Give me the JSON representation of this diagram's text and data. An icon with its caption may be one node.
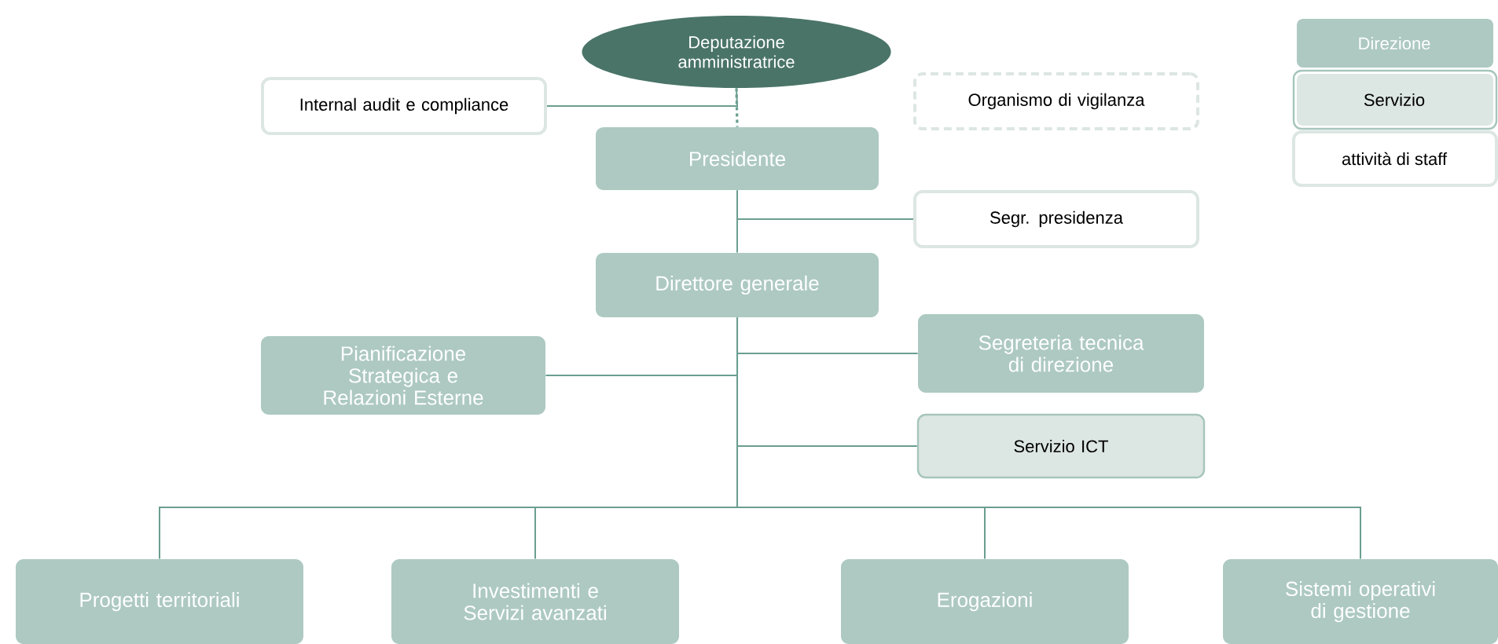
{
  "diagram": {
    "nodes": [
      {
        "text": [
          "Deputazione amministratrice"
        ]
      },
      {
        "text": [
          "Internal audit e compliance"
        ]
      },
      {
        "text": [
          "Organismo di vigilanza"
        ]
      },
      {
        "text": [
          "Presidente"
        ]
      },
      {
        "text": [
          "Segr. presidenza"
        ]
      },
      {
        "text": [
          "Direttore generale"
        ]
      },
      {
        "text": [
          "Pianificazione Strategica e Relazioni Esterne"
        ]
      },
      {
        "text": [
          "Segreteria tecnica di direzione"
        ]
      },
      {
        "text": [
          "Servizio ICT"
        ]
      },
      {
        "text": [
          "Progetti territoriali"
        ]
      },
      {
        "text": [
          "Investimenti e Servizi avanzati"
        ]
      },
      {
        "text": [
          "Erogazioni"
        ]
      },
      {
        "text": [
          "Sistemi operativi di gestione"
        ]
      }
    ],
    "edges": [
      {
        "from": 0,
        "to": 3,
        "arrow": "none",
        "style": "dashed"
      },
      {
        "from": 1,
        "to": 0,
        "arrow": "none"
      },
      {
        "from": 3,
        "to": 5,
        "arrow": "none"
      },
      {
        "from": 3,
        "to": 4,
        "arrow": "none"
      },
      {
        "from": 5,
        "to": 7,
        "arrow": "none"
      },
      {
        "from": 5,
        "to": 6,
        "arrow": "none"
      },
      {
        "from": 5,
        "to": 8,
        "arrow": "none"
      },
      {
        "from": 5,
        "to": 9,
        "arrow": "none"
      },
      {
        "from": 5,
        "to": 10,
        "arrow": "none"
      },
      {
        "from": 5,
        "to": 11,
        "arrow": "none"
      },
      {
        "from": 5,
        "to": 12,
        "arrow": "none"
      }
    ],
    "legend": [
      {
        "text": "Direzione",
        "color": "#adc9c2"
      },
      {
        "text": "Servizio",
        "color": "#dce6e2"
      },
      {
        "text": "attività di staff",
        "color": "#ffffff"
      }
    ]
  }
}
